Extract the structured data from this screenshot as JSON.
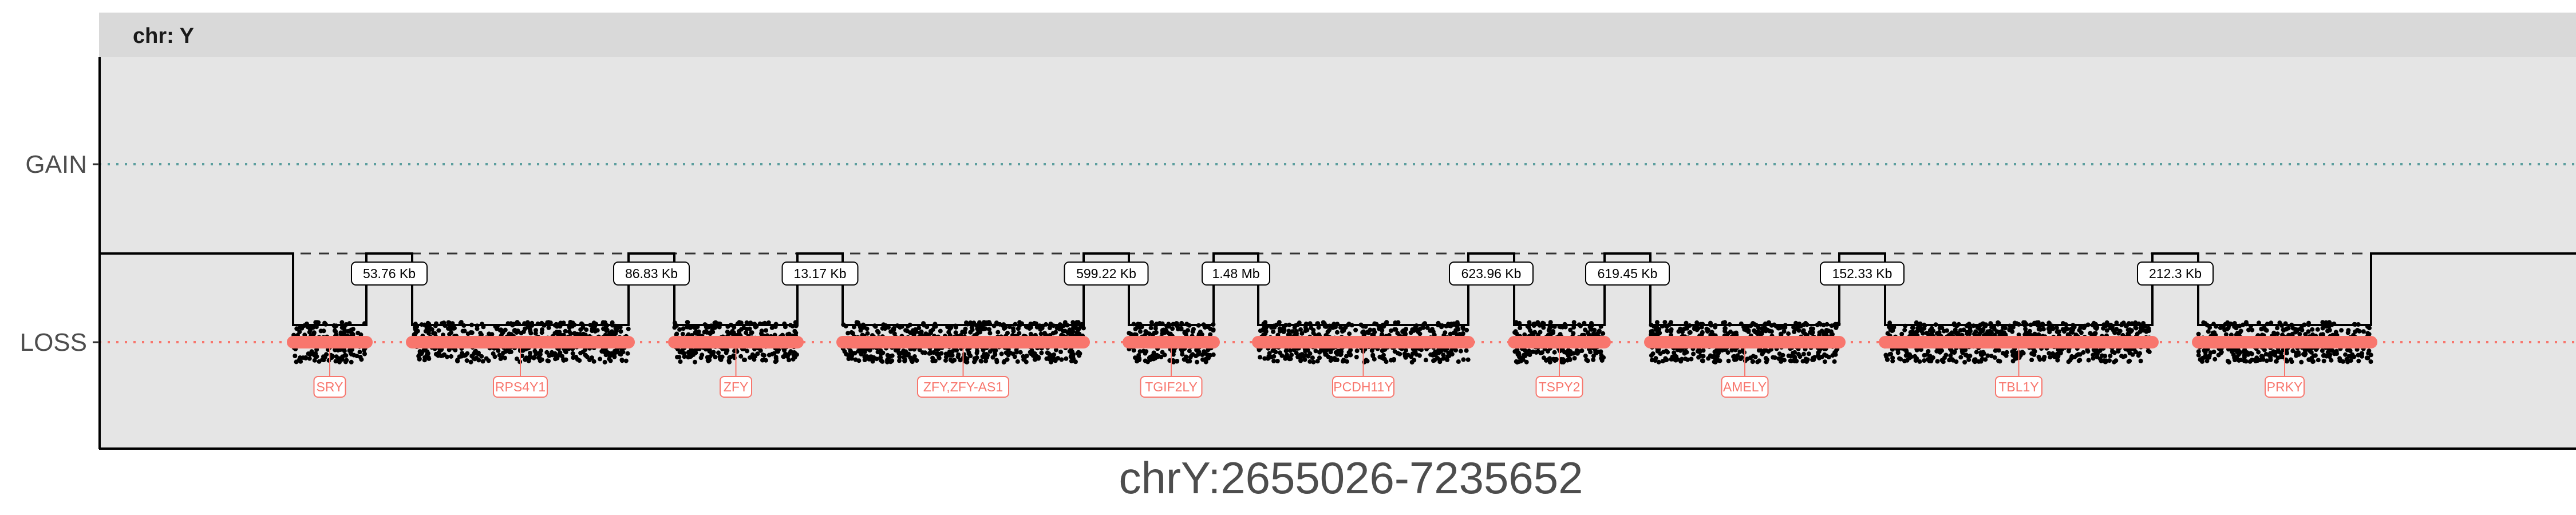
{
  "chart_data": {
    "type": "segment",
    "facet_label": "chr: Y",
    "xlabel": "chrY:2655026-7235652",
    "y_categories": [
      "GAIN",
      "LOSS"
    ],
    "colors": {
      "panel_bg": "#e5e5e5",
      "strip_bg": "#d9d9d9",
      "gain_line": "#5b9e9e",
      "loss_line": "#f8766d",
      "gene_bar": "#f8766d",
      "probe": "#000000"
    },
    "regions": [
      {
        "gene": "SRY",
        "state": "LOSS"
      },
      {
        "gene": "RPS4Y1",
        "state": "LOSS"
      },
      {
        "gene": "ZFY",
        "state": "LOSS"
      },
      {
        "gene": "ZFY,ZFY-AS1",
        "state": "LOSS"
      },
      {
        "gene": "TGIF2LY",
        "state": "LOSS"
      },
      {
        "gene": "PCDH11Y",
        "state": "LOSS"
      },
      {
        "gene": "TSPY2",
        "state": "LOSS"
      },
      {
        "gene": "AMELY",
        "state": "LOSS"
      },
      {
        "gene": "TBL1Y",
        "state": "LOSS"
      },
      {
        "gene": "PRKY",
        "state": "LOSS"
      }
    ],
    "gaps": [
      "53.76 Kb",
      "86.83 Kb",
      "13.17 Kb",
      "599.22 Kb",
      "1.48 Mb",
      "623.96 Kb",
      "619.45 Kb",
      "152.33 Kb",
      "212.3 Kb"
    ]
  }
}
